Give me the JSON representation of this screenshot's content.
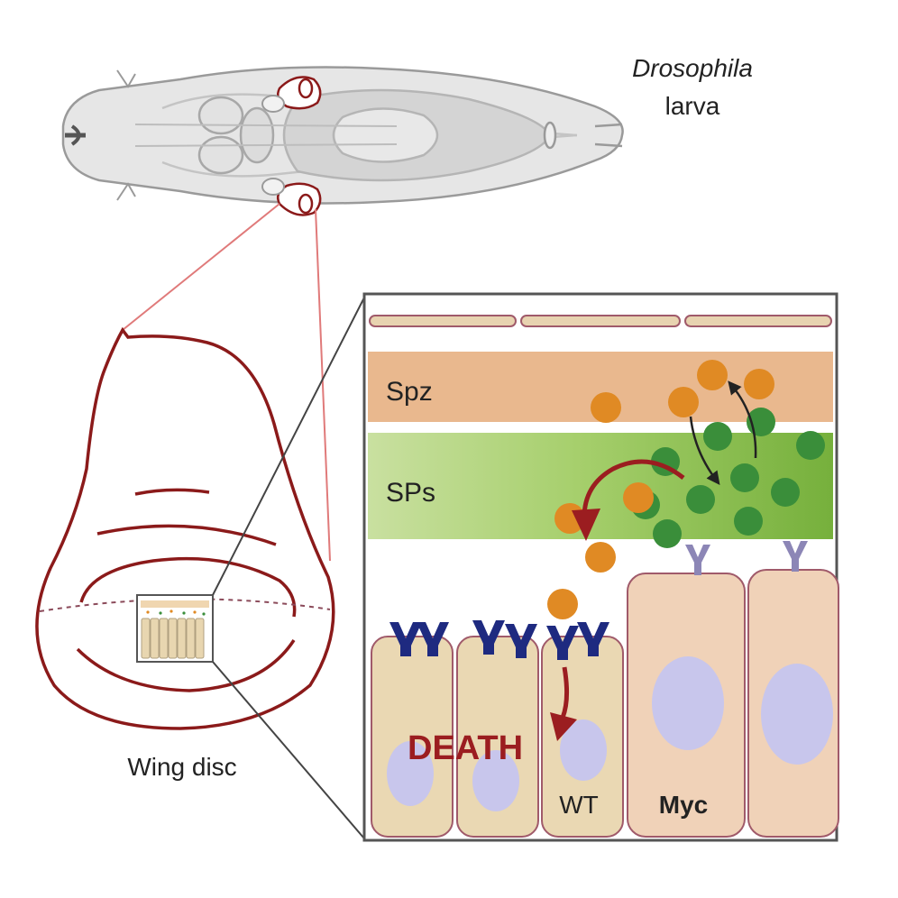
{
  "labels": {
    "organism_line1": "Drosophila",
    "organism_line2": "larva",
    "wing_disc": "Wing disc",
    "spz": "Spz",
    "sps": "SPs",
    "death": "DEATH",
    "wt": "WT",
    "myc": "Myc"
  },
  "colors": {
    "disc_outline": "#8b1a1a",
    "zoom_lines": "#e07a7a",
    "spz_band": "#e8b48a",
    "sp_band": "#8cc050",
    "spz_particle": "#e08a24",
    "sp_particle": "#3a8e3a",
    "receptor_wt": "#1e2a80",
    "receptor_myc": "#8c86b6",
    "wt_cell": "#ead8b3",
    "myc_cell": "#f0d2b8",
    "nucleus": "#c8c6ec",
    "death_arrow": "#9b1d20"
  },
  "icons": [
    "larva-illustration",
    "wing-disc-outline",
    "receptor-icon",
    "curved-arrow-icon"
  ]
}
